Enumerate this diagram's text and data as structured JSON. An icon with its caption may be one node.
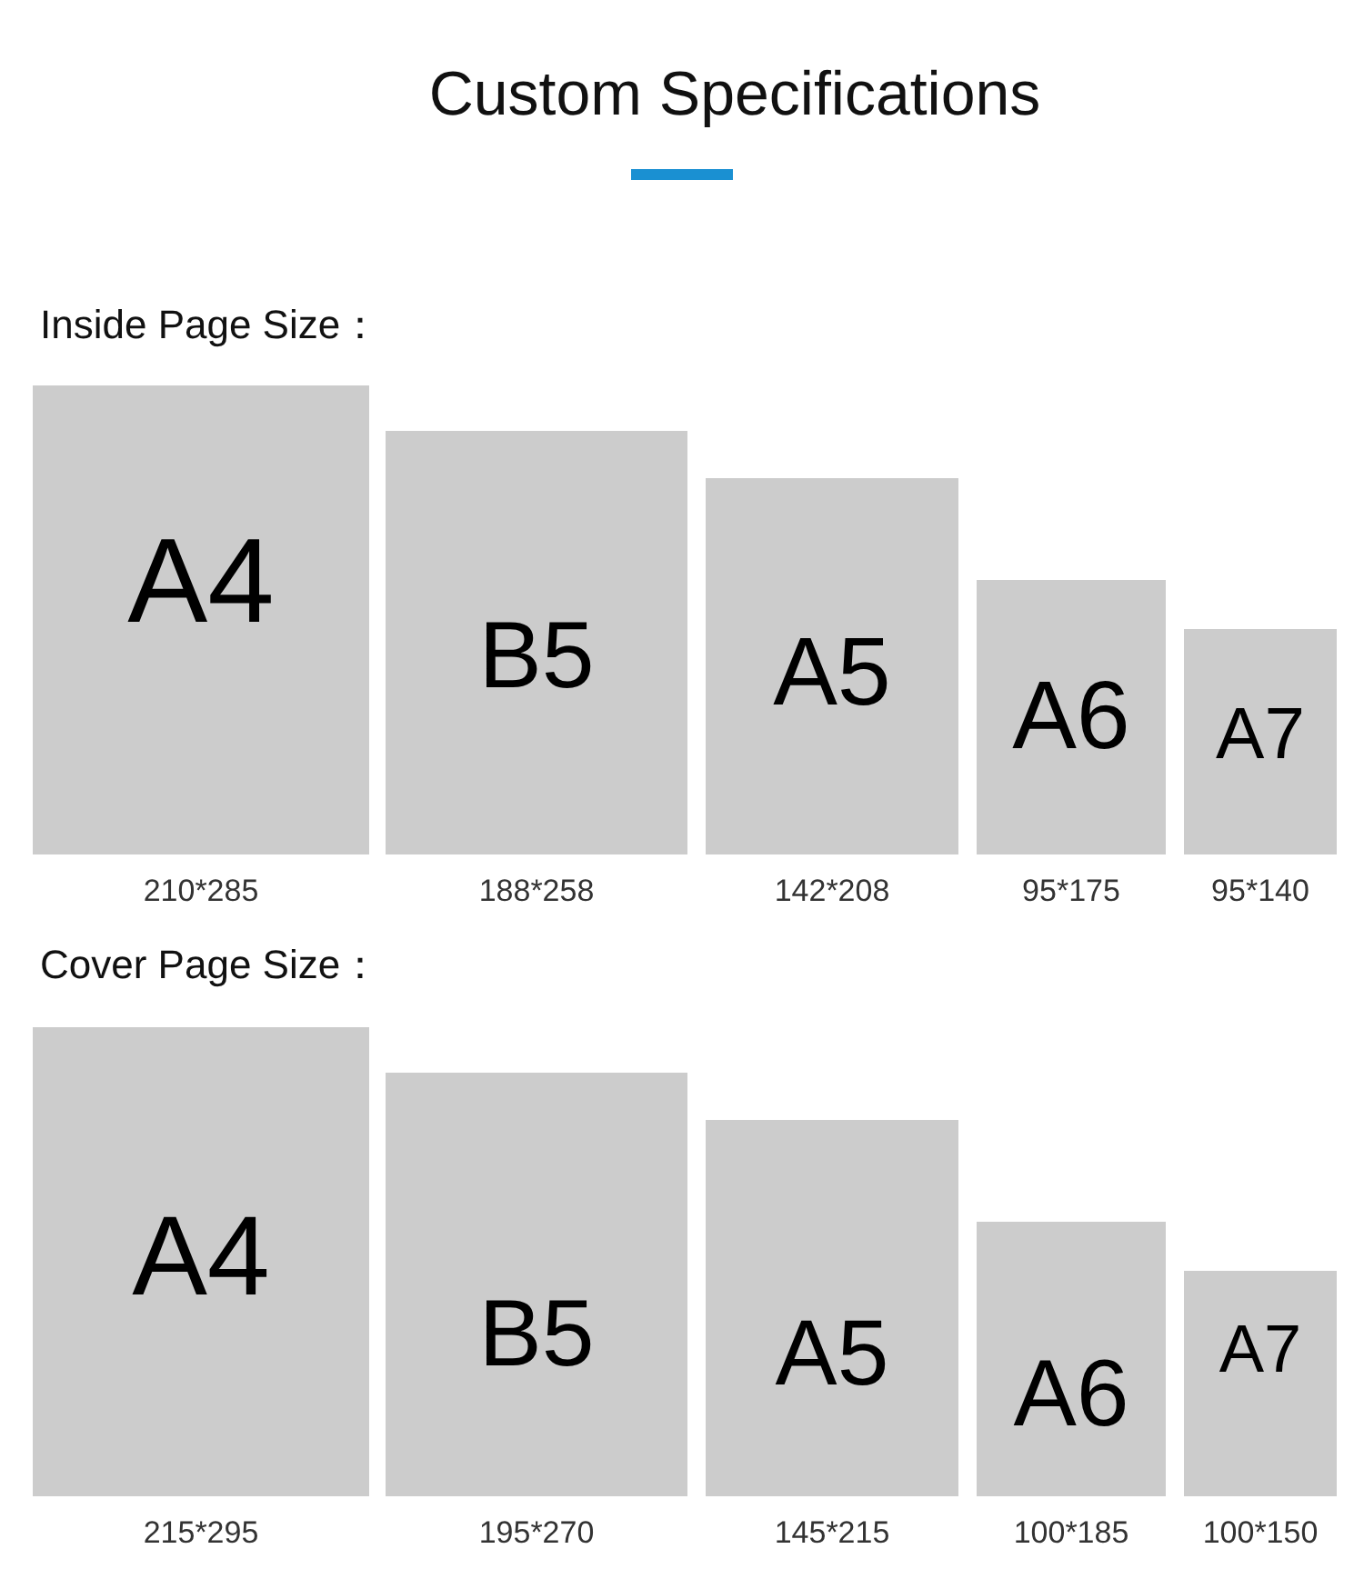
{
  "diagram": {
    "title": "Custom Specifications",
    "nodes": [
      {
        "text": [
          "A4"
        ],
        "beside": [
          "210*285"
        ]
      },
      {
        "text": [
          "B5"
        ],
        "beside": [
          "188*258"
        ]
      },
      {
        "text": [
          "A5"
        ],
        "beside": [
          "142*208"
        ]
      },
      {
        "text": [
          "A6"
        ],
        "beside": [
          "95*175"
        ]
      },
      {
        "text": [
          "A7"
        ],
        "beside": [
          "95*140"
        ]
      },
      {
        "text": [
          "A4"
        ],
        "beside": [
          "215*295"
        ]
      },
      {
        "text": [
          "B5"
        ],
        "beside": [
          "195*270"
        ]
      },
      {
        "text": [
          "A5"
        ],
        "beside": [
          "145*215"
        ]
      },
      {
        "text": [
          "A6"
        ],
        "beside": [
          "100*185"
        ]
      },
      {
        "text": [
          "A7"
        ],
        "beside": [
          "100*150"
        ]
      }
    ],
    "labels": [
      "Inside Page Size：",
      "Cover Page Size："
    ]
  }
}
